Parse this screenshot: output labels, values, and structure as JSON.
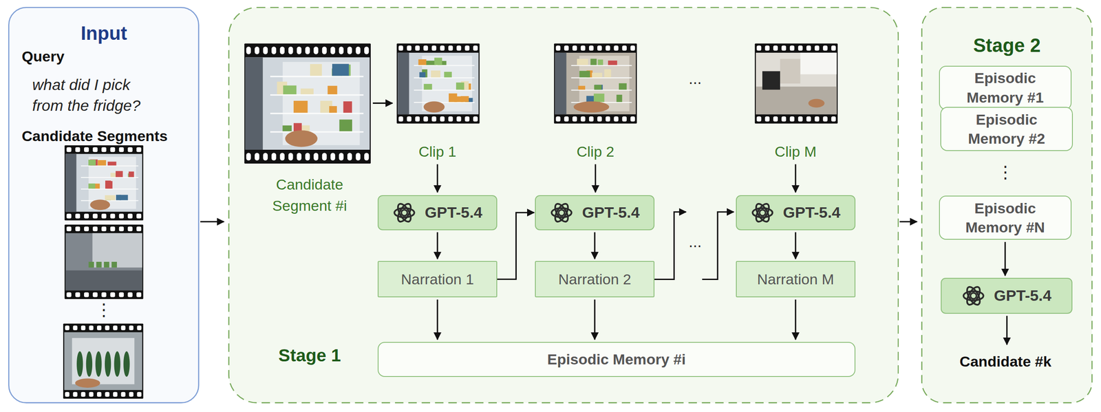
{
  "diagram": {
    "nodes": [
      {
        "text": [
          "Input",
          "Query",
          "what did I pick from the fridge?",
          "Candidate Segments"
        ]
      },
      {
        "text": [
          "Stage 1"
        ]
      },
      {
        "text": [
          "GPT-5.4"
        ],
        "in": 1
      },
      {
        "text": [
          "Narration 1"
        ],
        "in": 1
      },
      {
        "text": [
          "GPT-5.4"
        ],
        "in": 1
      },
      {
        "text": [
          "Narration 2"
        ],
        "in": 1
      },
      {
        "text": [
          "GPT-5.4"
        ],
        "in": 1
      },
      {
        "text": [
          "Narration M"
        ],
        "in": 1
      },
      {
        "text": [
          "Episodic Memory #i"
        ],
        "in": 1
      },
      {
        "text": [
          "Stage 2"
        ]
      },
      {
        "text": [
          "Episodic Memory #1"
        ],
        "in": 9
      },
      {
        "text": [
          "Episodic Memory #2"
        ],
        "in": 9
      },
      {
        "text": [
          "Episodic Memory #N"
        ],
        "in": 9
      },
      {
        "text": [
          "GPT-5.4"
        ],
        "in": 9
      }
    ],
    "edges": [
      {
        "from": 0,
        "to": 1,
        "arrow": "to"
      },
      {
        "from": 2,
        "to": 3,
        "arrow": "to"
      },
      {
        "from": 3,
        "to": 4,
        "arrow": "to"
      },
      {
        "from": 4,
        "to": 5,
        "arrow": "to"
      },
      {
        "from": 6,
        "to": 7,
        "arrow": "to"
      },
      {
        "from": 3,
        "to": 8,
        "arrow": "to"
      },
      {
        "from": 5,
        "to": 8,
        "arrow": "to"
      },
      {
        "from": 7,
        "to": 8,
        "arrow": "to"
      },
      {
        "from": 1,
        "to": 9,
        "arrow": "to"
      },
      {
        "from": 12,
        "to": 13,
        "arrow": "to"
      }
    ],
    "labels": [
      "⋮",
      "Candidate Segment #i",
      "Clip 1",
      "Clip 2",
      "...",
      "Clip M",
      "...",
      "⋮",
      "Candidate #k"
    ]
  }
}
